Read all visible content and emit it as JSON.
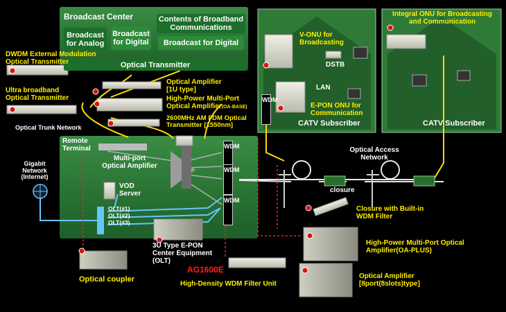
{
  "broadcast_center": {
    "title": "Broadcast Center",
    "analog": "Broadcast for Analog",
    "digital": "Broadcast for Digital",
    "contents": "Contents of Broadband Communications",
    "digital2": "Broadcast for Digital",
    "optical_tx": "Optical Transmitter"
  },
  "devices": {
    "dwdm": "DWDM External Modulation Optical Transmitter",
    "ultra": "Ultra broadband Optical Transmitter",
    "trunk": "Optical Trunk Network",
    "opt_amp_1u": "Optical Amplifier [1U type]",
    "hp_amp_base": "High-Power Multi-Port Optical Amplifier",
    "hp_amp_base_suffix": "(OA-BASE)",
    "fdm": "2600MHz AM FDM Optical Transmitter [1550nm]"
  },
  "remote_terminal": {
    "title": "Remote Terminal",
    "multiport": "Multi-port Optical Amplifier",
    "vod": "VOD Server",
    "olt1": "OLT(#1)",
    "olt2": "OLT(#2)",
    "olt3": "OLT(#3)",
    "wdm": "WDM"
  },
  "gigabit": "Gigabit Network (Internet)",
  "catv1": {
    "vonu": "V-ONU for Broadcasting",
    "dstb": "DSTB",
    "lan": "LAN",
    "epon": "E-PON ONU for Communication",
    "label": "CATV Subscriber",
    "wdm": "WDM"
  },
  "catv2": {
    "integral": "Integral ONU for Broadcasting and Communication",
    "label": "CATV Subscriber"
  },
  "access": {
    "network": "Optical Access Network",
    "closure": "closure"
  },
  "products": {
    "closure_wdm": "Closure with Built-in WDM Filter",
    "oa_plus": "High-Power Multi-Port Optical Amplifier(OA-PLUS)",
    "opt_amp_8": "Optical Amplifier [8port(8slots)type]",
    "coupler": "Optical coupler",
    "epon_center": "3U Type E-PON Center Equipment (OLT)",
    "model": "AG1600E",
    "hd_wdm": "High-Density WDM Filter Unit"
  },
  "colors": {
    "panel_green": "#2a7a34",
    "pill_green": "#1c6e2a",
    "yellow": "#ffee00",
    "fiber": "#66c6ff",
    "red_accent": "#ff2020"
  }
}
